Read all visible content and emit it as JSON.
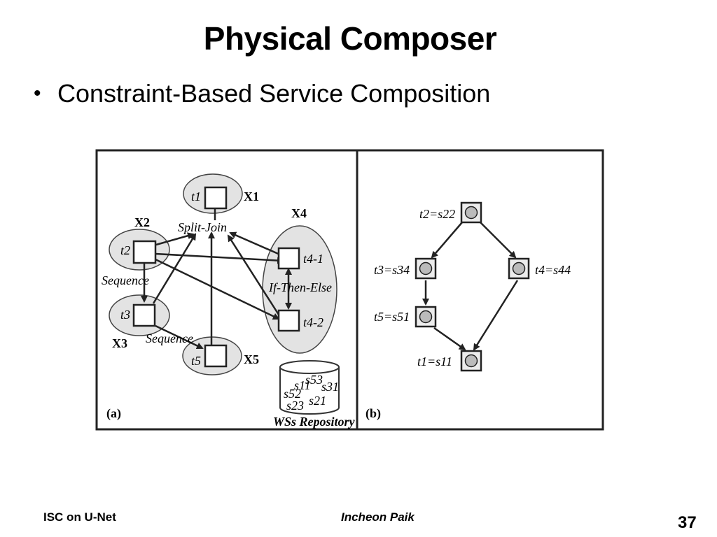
{
  "slide": {
    "title": "Physical Composer",
    "bullet": "Constraint-Based Service Composition",
    "footer_left": "ISC on U-Net",
    "footer_center": "Incheon Paik",
    "page_number": "37"
  },
  "diagram": {
    "panel_a": {
      "label": "(a)",
      "tasks": {
        "t1": "t1",
        "t2": "t2",
        "t3": "t3",
        "t4_1": "t4-1",
        "t4_2": "t4-2",
        "t5": "t5"
      },
      "groups": {
        "x1": "X1",
        "x2": "X2",
        "x3": "X3",
        "x4": "X4",
        "x5": "X5"
      },
      "patterns": {
        "split_join": "Split-Join",
        "sequence_1": "Sequence",
        "sequence_2": "Sequence",
        "if_then_else": "If-Then-Else"
      },
      "repository": {
        "label": "WSs Repository",
        "services": [
          "s53",
          "s11",
          "s31",
          "s52",
          "s21",
          "s23"
        ]
      }
    },
    "panel_b": {
      "label": "(b)",
      "bindings": [
        {
          "task": "t2",
          "service": "s22"
        },
        {
          "task": "t3",
          "service": "s34"
        },
        {
          "task": "t4",
          "service": "s44"
        },
        {
          "task": "t5",
          "service": "s51"
        },
        {
          "task": "t1",
          "service": "s11"
        }
      ]
    }
  }
}
